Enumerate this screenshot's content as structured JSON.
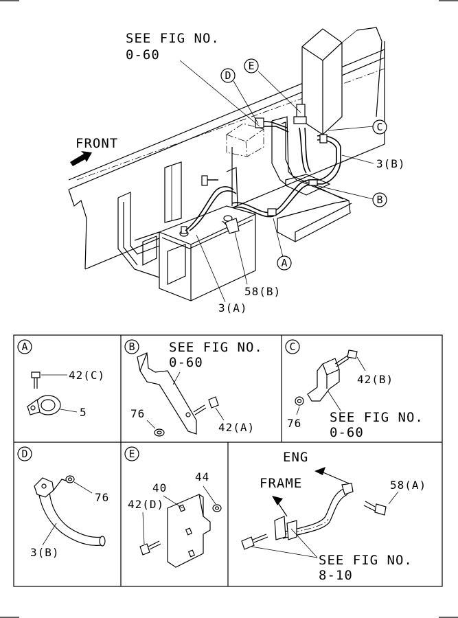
{
  "main_view": {
    "see_fig_top": "SEE FIG NO.",
    "see_fig_top_no": "0-60",
    "front_label": "FRONT",
    "callouts": {
      "a": "A",
      "b": "B",
      "c": "C",
      "d": "D",
      "e": "E"
    },
    "part_3b": "3(B)",
    "part_58b": "58(B)",
    "part_3a": "3(A)"
  },
  "details": {
    "a": {
      "letter": "A",
      "part_42c": "42(C)",
      "part_5": "5"
    },
    "b": {
      "letter": "B",
      "see_fig": "SEE FIG NO.",
      "see_fig_no": "0-60",
      "part_76": "76",
      "part_42a": "42(A)"
    },
    "c": {
      "letter": "C",
      "part_42b": "42(B)",
      "part_76": "76",
      "see_fig": "SEE FIG NO.",
      "see_fig_no": "0-60"
    },
    "d": {
      "letter": "D",
      "part_76": "76",
      "part_3b": "3(B)"
    },
    "e": {
      "letter": "E",
      "part_44": "44",
      "part_40": "40",
      "part_42d": "42(D)"
    },
    "f": {
      "eng": "ENG",
      "frame": "FRAME",
      "part_58a": "58(A)",
      "see_fig": "SEE FIG NO.",
      "see_fig_no": "8-10"
    }
  }
}
